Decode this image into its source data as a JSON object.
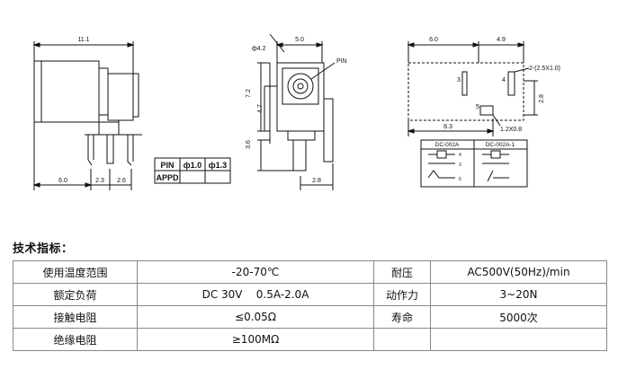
{
  "drawings": {
    "side_view": {
      "dim_top": "11.1",
      "dim_bottom_left": "6.0",
      "dim_bottom_mid": "2.3",
      "dim_bottom_right": "2.6"
    },
    "pin_table": {
      "headers": [
        "PIN",
        "ф1.0",
        "ф1.3"
      ],
      "row_label": "APPD"
    },
    "front_view": {
      "dim_top": "5.0",
      "dim_hole": "ф4.2",
      "pin_label": "PIN",
      "dim_left_total": "7.2",
      "dim_left_mid": "4.7",
      "dim_left_bottom": "3.6",
      "dim_bottom_right": "2.8"
    },
    "pcb_view": {
      "dim_top_left": "6.0",
      "dim_top_right": "4.9",
      "slot_label": "2-(2.5X1.0)",
      "pad_3": "3",
      "pad_4": "4",
      "pad_5": "5",
      "dim_right": "2.8",
      "dim_bottom": "8.3",
      "dim_small": "1.2X0.8"
    },
    "schematic": {
      "col1": "DC-002A",
      "col2": "DC-002A-1",
      "pins": [
        "4",
        "3",
        "5"
      ]
    }
  },
  "section_title": "技术指标：",
  "specs": [
    {
      "label1": "使用温度范围",
      "value1": "-20-70℃",
      "label2": "耐压",
      "value2": "AC500V(50Hz)/min"
    },
    {
      "label1": "额定负荷",
      "value1": "DC 30V    0.5A-2.0A",
      "label2": "动作力",
      "value2": "3~20N"
    },
    {
      "label1": "接触电阻",
      "value1": "≤0.05Ω",
      "label2": "寿命",
      "value2": "5000次"
    },
    {
      "label1": "绝缘电阻",
      "value1": "≥100MΩ",
      "label2": "",
      "value2": ""
    }
  ]
}
